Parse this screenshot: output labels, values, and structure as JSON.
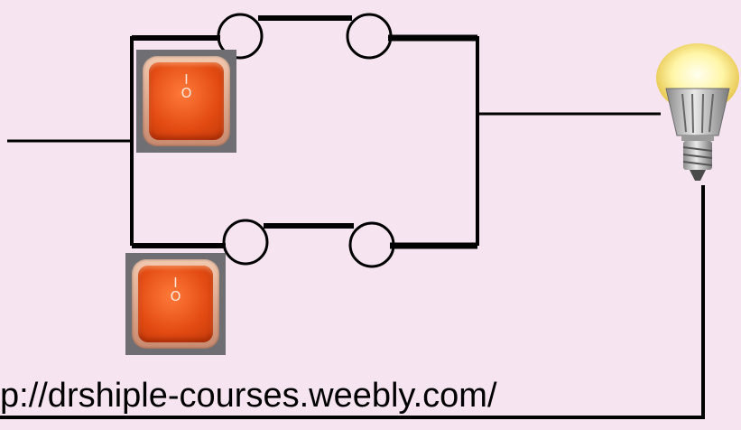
{
  "diagram": {
    "switches": [
      {
        "id": "top",
        "on_mark": "I",
        "off_mark": "O"
      },
      {
        "id": "bottom",
        "on_mark": "I",
        "off_mark": "O"
      }
    ],
    "url_text": "p://drshiple-courses.weebly.com/",
    "colors": {
      "background": "#f6e4f1",
      "wire": "#000000",
      "switch_red": "#e24a12",
      "bulb_glow": "#fff6a8"
    },
    "icons": [
      "rocker-switch-icon",
      "light-bulb-icon"
    ]
  }
}
